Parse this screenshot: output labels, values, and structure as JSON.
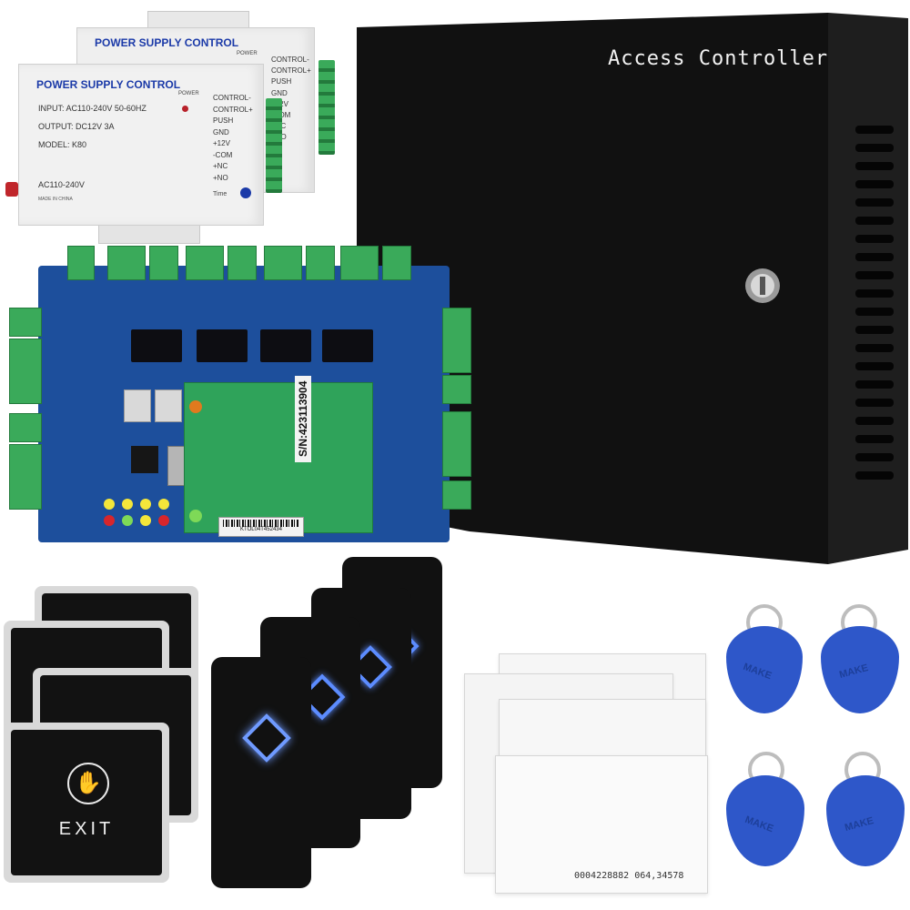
{
  "controller_box": {
    "label": "Access Controller"
  },
  "power_supply": {
    "title": "POWER SUPPLY CONTROL",
    "input_spec": "INPUT: AC110-240V  50-60HZ",
    "output_spec": "OUTPUT: DC12V  3A",
    "model": "MODEL: K80",
    "ac_label": "AC110-240V",
    "made_in": "MADE IN CHINA",
    "power_label": "POWER",
    "time_label": "Time",
    "terminals": [
      "CONTROL-",
      "CONTROL+",
      "PUSH",
      "GND",
      "+12V",
      "-COM",
      "+NC",
      "+NO"
    ]
  },
  "board": {
    "serial": "S/N:423113904",
    "barcode_text": "KTOL04T452434"
  },
  "exit_button": {
    "label": "EXIT"
  },
  "card": {
    "number": "0004228882 064,34578"
  },
  "keyfob": {
    "label": "MAKE"
  },
  "colors": {
    "box": "#141414",
    "board": "#1d4f9c",
    "terminal": "#3aaa5a",
    "reader_accent": "#5c8cff",
    "fob": "#2e57c9"
  }
}
